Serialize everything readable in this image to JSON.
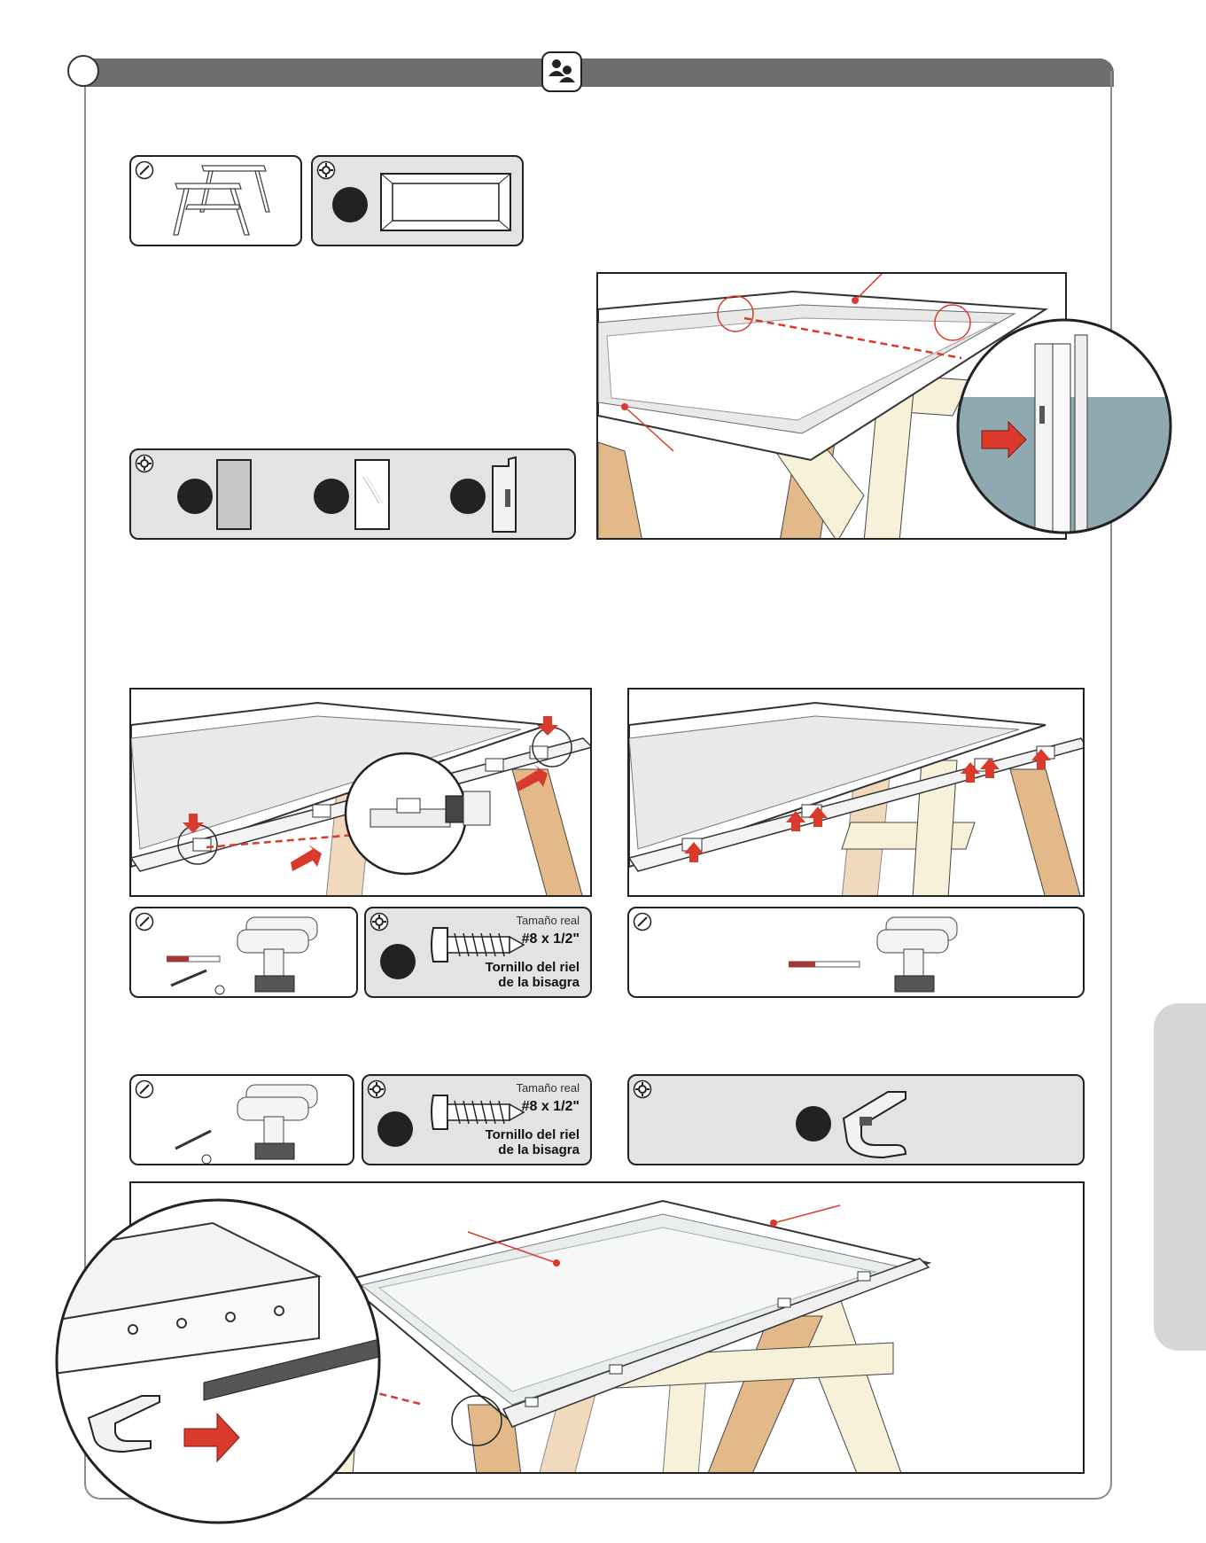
{
  "screws": [
    {
      "size_label": "#8 x 1/2\"",
      "size_caption": "Tamaño real",
      "name_line1": "Tornillo del riel",
      "name_line2": "de la bisagra"
    },
    {
      "size_label": "#8 x 1/2\"",
      "size_caption": "Tamaño real",
      "name_line1": "Tornillo del riel",
      "name_line2": "de la bisagra"
    }
  ],
  "icons": {
    "tool": "wrench-icon",
    "hardware": "gear-icon",
    "people": "two-person-icon"
  },
  "colors": {
    "header": "#6e6e6e",
    "arrow": "#d93a2b",
    "wood_dark": "#e4b98a",
    "wood_light": "#f7f1d9",
    "panel_gray": "#e3e3e3",
    "glass_blue": "#8fa9b0"
  }
}
